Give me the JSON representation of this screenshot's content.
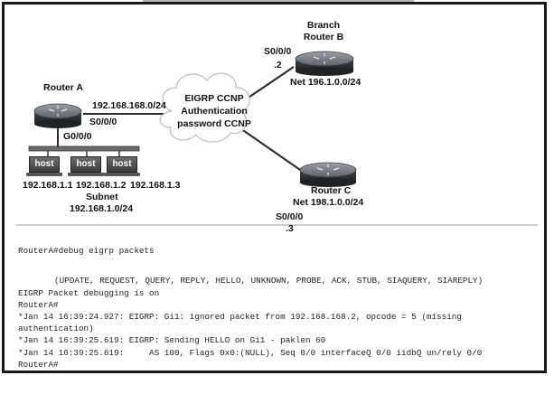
{
  "diagram": {
    "router_a": {
      "name": "Router A",
      "if_s000": "S0/0/0",
      "if_g000": "G0/0/0",
      "link_net": "192.168.168.0/24"
    },
    "cloud": {
      "line1": "EIGRP CCNP",
      "line2": "Authentication",
      "line3": "password CCNP"
    },
    "router_b": {
      "line1": "Branch",
      "line2": "Router B",
      "interface": "S0/0/0",
      "ip": ".2",
      "net": "Net  196.1.0.0/24"
    },
    "router_c": {
      "name": "Router C",
      "net": "Net  198.1.0.0/24",
      "interface": "S0/0/0",
      "ip": ".3"
    },
    "hosts": [
      {
        "label": "host",
        "ip": "192.168.1.1"
      },
      {
        "label": "host",
        "ip": "192.168.1.2"
      },
      {
        "label": "host",
        "ip": "192.168.1.3"
      }
    ],
    "subnet": {
      "title": "Subnet",
      "net": "192.168.1.0/24"
    }
  },
  "console": {
    "command": "RouterA#debug eigrp packets",
    "options": "(UPDATE, REQUEST, QUERY, REPLY, HELLO, UNKNOWN, PROBE, ACK, STUB, SIAQUERY, SIAREPLY)",
    "lines": [
      "EIGRP Packet debugging is on",
      "RouterA#",
      "*Jan 14 16:39:24.927: EIGRP: Gi1: ignored packet from 192.168.168.2, opcode = 5 (missing",
      "authentication)",
      "*Jan 14 16:39:25.619: EIGRP: Sending HELLO on Gi1 - paklen 60",
      "*Jan 14 16:39:25.619:     AS 100, Flags 0x0:(NULL), Seq 0/0 interfaceQ 0/0 iidbQ un/rely 0/0",
      "RouterA#"
    ]
  }
}
